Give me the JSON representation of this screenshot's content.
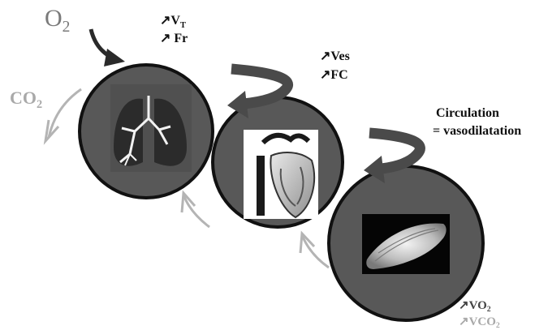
{
  "labels": {
    "o2_main": "O",
    "o2_sub": "2",
    "co2_main": "CO",
    "co2_sub": "2",
    "vt_prefix": "↗V",
    "vt_sub": "T",
    "fr": "↗ Fr",
    "ves": "↗Ves",
    "fc": "↗FC",
    "circulation_line1": "Circulation",
    "circulation_line2": "= vasodilatation",
    "vo2_main": "↗VO",
    "vo2_sub": "2",
    "vco2_main": "↗VCO",
    "vco2_sub": "2"
  },
  "colors": {
    "circle_fill": "#585858",
    "circle_stroke": "#111111",
    "curved_arrow": "#4a4a4a",
    "gray_arrow": "#b4b4b4",
    "o2_text": "#7a7a7a",
    "co2_text": "#a9a9a9"
  },
  "icons": [
    "lungs-icon",
    "heart-icon",
    "muscle-icon"
  ]
}
